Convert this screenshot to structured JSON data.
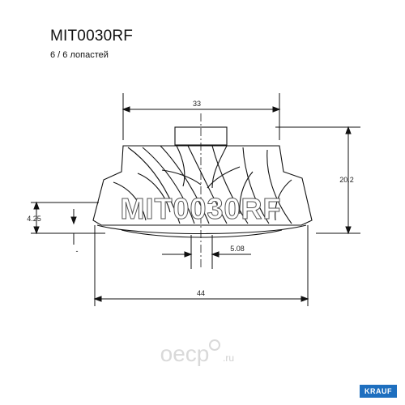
{
  "title": "MIT0030RF",
  "subtitle": "6 / 6 лопастей",
  "dimensions": {
    "top_width": "33",
    "height": "20.2",
    "hub_height": "4.25",
    "bore_marker": "-",
    "bore_diameter": "5.08",
    "base_width": "44"
  },
  "watermark": "MIT0030RF",
  "site_logo": {
    "name": "oecp",
    "suffix": ".ru"
  },
  "brand_badge": "KRAUF"
}
